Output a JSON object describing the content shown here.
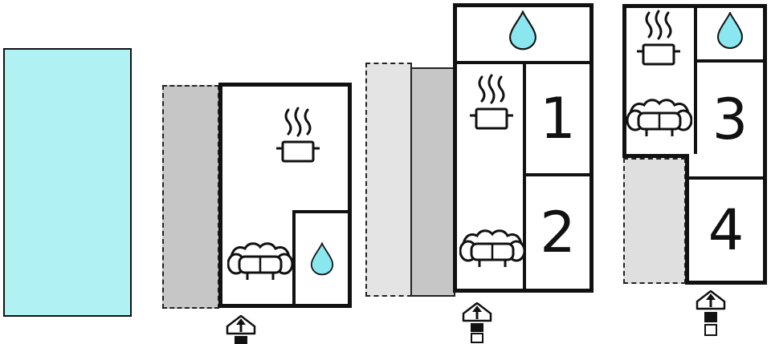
{
  "labels": {
    "room1": "1",
    "room2": "2",
    "room3": "3",
    "room4": "4"
  },
  "colors": {
    "wall": "#111111",
    "pool": "#b0f2f4",
    "water_drop": "#8ae7f0",
    "terrace_dark": "#c6c6c6",
    "terrace_light": "#e4e4e4",
    "terrace_right": "#dfdfdf"
  },
  "icons": {
    "kitchen": "steam-pot-icon",
    "bathroom": "water-drop-icon",
    "living": "sofa-icon",
    "entrance": "house-arrow-icon",
    "floors": "floor-indicator-squares"
  }
}
